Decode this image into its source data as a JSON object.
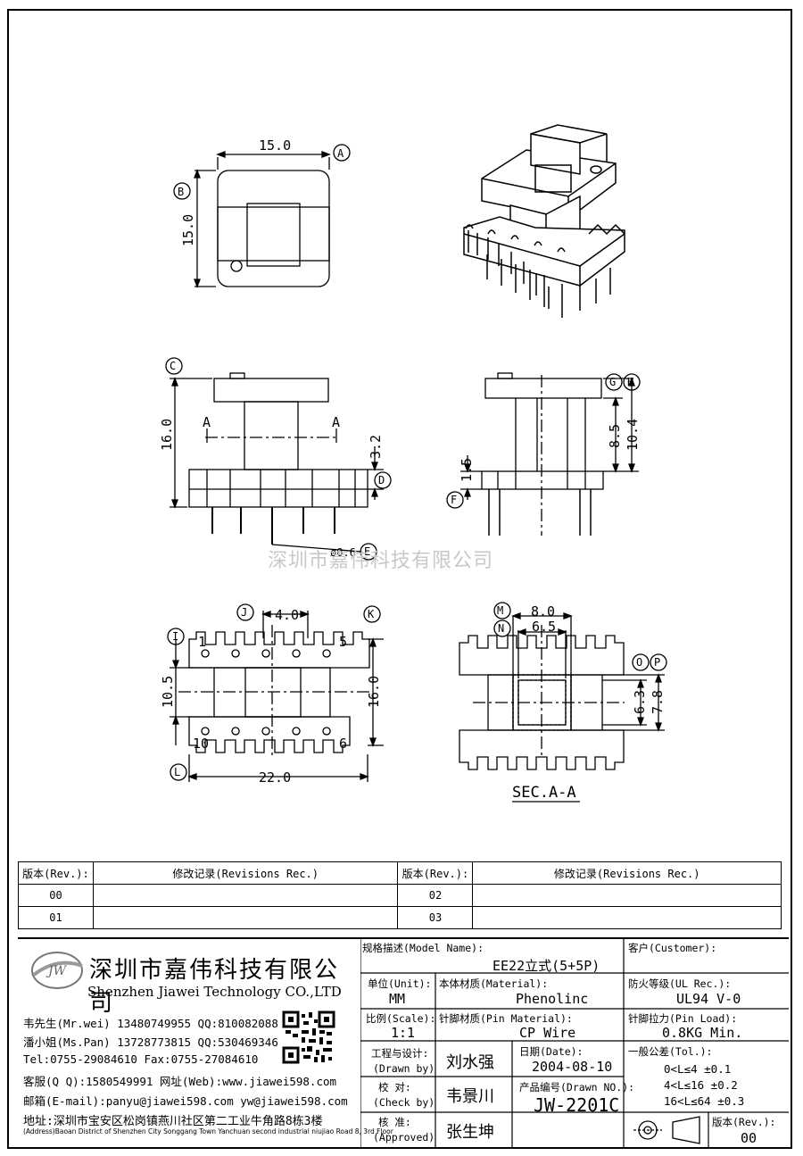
{
  "views": {
    "top": {
      "dim_width": "15.0",
      "dim_height": "15.0",
      "callout_a": "A",
      "callout_b": "B"
    },
    "front": {
      "dim_height": "16.0",
      "dim_flange": "3.2",
      "section_marker": "A",
      "callout_c": "C",
      "callout_d": "D",
      "callout_e": "E",
      "pin_dia": "ø0.6"
    },
    "side": {
      "dim_15": "1.5",
      "dim_85": "8.5",
      "dim_104": "10.4",
      "callout_f": "F",
      "callout_g": "G",
      "callout_h": "H"
    },
    "bottom": {
      "dim_pitch": "4.0",
      "dim_105": "10.5",
      "dim_160": "16.0",
      "dim_220": "22.0",
      "pin_1": "1",
      "pin_5": "5",
      "pin_6": "6",
      "pin_10": "10",
      "callout_i": "I",
      "callout_j": "J",
      "callout_k": "K",
      "callout_l": "L"
    },
    "section": {
      "dim_80": "8.0",
      "dim_65": "6.5",
      "dim_63": "6.3",
      "dim_78": "7.8",
      "title": "SEC.A-A",
      "callout_m": "M",
      "callout_n": "N",
      "callout_o": "O",
      "callout_p": "P"
    }
  },
  "watermark": "深圳市嘉伟科技有限公司",
  "revision_table": {
    "headers": [
      "版本(Rev.):",
      "修改记录(Revisions Rec.)",
      "版本(Rev.):",
      "修改记录(Revisions Rec.)"
    ],
    "rows": [
      [
        "00",
        "",
        "02",
        ""
      ],
      [
        "01",
        "",
        "03",
        ""
      ]
    ]
  },
  "company": {
    "logo_text": "JW",
    "name_cn": "深圳市嘉伟科技有限公司",
    "name_en": "Shenzhen Jiawei Technology CO.,LTD",
    "contacts": [
      "韦先生(Mr.wei) 13480749955 QQ:810082088",
      "潘小姐(Ms.Pan) 13728773815 QQ:530469346",
      "Tel:0755-29084610      Fax:0755-27084610",
      "客服(Q Q):1580549991   网址(Web):www.jiawei598.com",
      "邮箱(E-mail):panyu@jiawei598.com  yw@jiawei598.com"
    ],
    "address_cn": "地址:深圳市宝安区松岗镇燕川社区第二工业牛角路8栋3楼",
    "address_en": "(Address)Baoan District of Shenzhen City Songgang Town Yanchuan  second industrial niujiao Road 8, 3rd Floor"
  },
  "title_block": {
    "model_label": "规格描述(Model Name):",
    "model_value": "EE22立式(5+5P)",
    "customer_label": "客户(Customer):",
    "customer_value": "",
    "unit_label": "单位(Unit):",
    "unit_value": "MM",
    "material_label": "本体材质(Material):",
    "material_value": "Phenolinc",
    "ul_label": "防火等级(UL Rec.):",
    "ul_value": "UL94 V-0",
    "scale_label": "比例(Scale):",
    "scale_value": "1:1",
    "pin_material_label": "针脚材质(Pin Material):",
    "pin_material_value": "CP Wire",
    "pin_load_label": "针脚拉力(Pin Load):",
    "pin_load_value": "0.8KG Min.",
    "drawn_label_cn": "工程与设计:",
    "drawn_label_en": "(Drawn by)",
    "drawn_value": "刘水强",
    "date_label": "日期(Date):",
    "date_value": "2004-08-10",
    "tol_label": "一般公差(Tol.):",
    "tol_rows": [
      "0<L≤4    ±0.1",
      "4<L≤16   ±0.2",
      "16<L≤64  ±0.3"
    ],
    "check_label_cn": "校  对:",
    "check_label_en": "(Check by)",
    "check_value": "韦景川",
    "drawn_no_label": "产品编号(Drawn NO.):",
    "drawn_no_value": "JW-2201C",
    "approved_label_cn": "核  准:",
    "approved_label_en": "(Approved)",
    "approved_value": "张生坤",
    "rev_label": "版本(Rev.):",
    "rev_value": "00"
  }
}
